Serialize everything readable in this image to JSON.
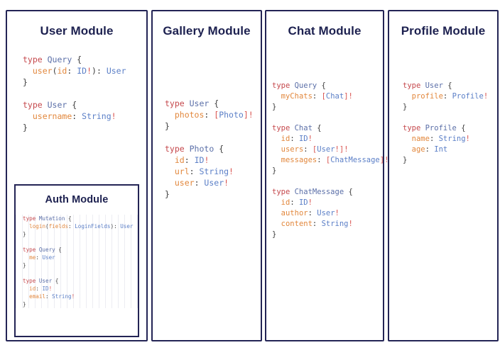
{
  "panels": [
    {
      "id": "user",
      "title": "User Module",
      "blocks": [
        {
          "lines": [
            [
              {
                "t": "type ",
                "c": "kw"
              },
              {
                "t": "Query",
                "c": "type"
              },
              {
                "t": " {",
                "c": "punc"
              }
            ],
            [
              {
                "t": "  ",
                "c": "punc"
              },
              {
                "t": "user",
                "c": "field"
              },
              {
                "t": "(",
                "c": "punc"
              },
              {
                "t": "id",
                "c": "field"
              },
              {
                "t": ": ",
                "c": "punc"
              },
              {
                "t": "ID",
                "c": "val"
              },
              {
                "t": "!",
                "c": "bang"
              },
              {
                "t": ")",
                "c": "punc"
              },
              {
                "t": ": ",
                "c": "punc"
              },
              {
                "t": "User",
                "c": "val"
              }
            ],
            [
              {
                "t": "}",
                "c": "punc"
              }
            ]
          ]
        },
        {
          "lines": [
            [
              {
                "t": "type ",
                "c": "kw"
              },
              {
                "t": "User",
                "c": "type"
              },
              {
                "t": " {",
                "c": "punc"
              }
            ],
            [
              {
                "t": "  ",
                "c": "punc"
              },
              {
                "t": "username",
                "c": "field"
              },
              {
                "t": ": ",
                "c": "punc"
              },
              {
                "t": "String",
                "c": "val"
              },
              {
                "t": "!",
                "c": "bang"
              }
            ],
            [
              {
                "t": "}",
                "c": "punc"
              }
            ]
          ]
        }
      ],
      "nested": {
        "id": "auth",
        "title": "Auth Module",
        "blocks": [
          {
            "lines": [
              [
                {
                  "t": "type ",
                  "c": "kw"
                },
                {
                  "t": "Mutation",
                  "c": "type"
                },
                {
                  "t": " {",
                  "c": "punc"
                }
              ],
              [
                {
                  "t": "  ",
                  "c": "punc"
                },
                {
                  "t": "login",
                  "c": "field"
                },
                {
                  "t": "(",
                  "c": "punc"
                },
                {
                  "t": "fields",
                  "c": "field"
                },
                {
                  "t": ": ",
                  "c": "punc"
                },
                {
                  "t": "LoginFields",
                  "c": "val"
                },
                {
                  "t": ")",
                  "c": "punc"
                },
                {
                  "t": ": ",
                  "c": "punc"
                },
                {
                  "t": "User",
                  "c": "val"
                }
              ],
              [
                {
                  "t": "}",
                  "c": "punc"
                }
              ]
            ]
          },
          {
            "lines": [
              [
                {
                  "t": "type ",
                  "c": "kw"
                },
                {
                  "t": "Query",
                  "c": "type"
                },
                {
                  "t": " {",
                  "c": "punc"
                }
              ],
              [
                {
                  "t": "  ",
                  "c": "punc"
                },
                {
                  "t": "me",
                  "c": "field"
                },
                {
                  "t": ": ",
                  "c": "punc"
                },
                {
                  "t": "User",
                  "c": "val"
                }
              ],
              [
                {
                  "t": "}",
                  "c": "punc"
                }
              ]
            ]
          },
          {
            "lines": [
              [
                {
                  "t": "type ",
                  "c": "kw"
                },
                {
                  "t": "User",
                  "c": "type"
                },
                {
                  "t": " {",
                  "c": "punc"
                }
              ],
              [
                {
                  "t": "  ",
                  "c": "punc"
                },
                {
                  "t": "id",
                  "c": "field"
                },
                {
                  "t": ": ",
                  "c": "punc"
                },
                {
                  "t": "ID",
                  "c": "val"
                },
                {
                  "t": "!",
                  "c": "bang"
                }
              ],
              [
                {
                  "t": "  ",
                  "c": "punc"
                },
                {
                  "t": "email",
                  "c": "field"
                },
                {
                  "t": ": ",
                  "c": "punc"
                },
                {
                  "t": "String",
                  "c": "val"
                },
                {
                  "t": "!",
                  "c": "bang"
                }
              ],
              [
                {
                  "t": "}",
                  "c": "punc"
                }
              ]
            ]
          }
        ]
      }
    },
    {
      "id": "gallery",
      "title": "Gallery Module",
      "blocks": [
        {
          "lines": [
            [
              {
                "t": "type ",
                "c": "kw"
              },
              {
                "t": "User",
                "c": "type"
              },
              {
                "t": " {",
                "c": "punc"
              }
            ],
            [
              {
                "t": "  ",
                "c": "punc"
              },
              {
                "t": "photos",
                "c": "field"
              },
              {
                "t": ": ",
                "c": "punc"
              },
              {
                "t": "[",
                "c": "bang"
              },
              {
                "t": "Photo",
                "c": "val"
              },
              {
                "t": "]",
                "c": "bang"
              },
              {
                "t": "!",
                "c": "bang"
              }
            ],
            [
              {
                "t": "}",
                "c": "punc"
              }
            ]
          ]
        },
        {
          "lines": [
            [
              {
                "t": "type ",
                "c": "kw"
              },
              {
                "t": "Photo",
                "c": "type"
              },
              {
                "t": " {",
                "c": "punc"
              }
            ],
            [
              {
                "t": "  ",
                "c": "punc"
              },
              {
                "t": "id",
                "c": "field"
              },
              {
                "t": ": ",
                "c": "punc"
              },
              {
                "t": "ID",
                "c": "val"
              },
              {
                "t": "!",
                "c": "bang"
              }
            ],
            [
              {
                "t": "  ",
                "c": "punc"
              },
              {
                "t": "url",
                "c": "field"
              },
              {
                "t": ": ",
                "c": "punc"
              },
              {
                "t": "String",
                "c": "val"
              },
              {
                "t": "!",
                "c": "bang"
              }
            ],
            [
              {
                "t": "  ",
                "c": "punc"
              },
              {
                "t": "user",
                "c": "field"
              },
              {
                "t": ": ",
                "c": "punc"
              },
              {
                "t": "User",
                "c": "val"
              },
              {
                "t": "!",
                "c": "bang"
              }
            ],
            [
              {
                "t": "}",
                "c": "punc"
              }
            ]
          ]
        }
      ]
    },
    {
      "id": "chat",
      "title": "Chat Module",
      "blocks": [
        {
          "lines": [
            [
              {
                "t": "type ",
                "c": "kw"
              },
              {
                "t": "Query",
                "c": "type"
              },
              {
                "t": " {",
                "c": "punc"
              }
            ],
            [
              {
                "t": "  ",
                "c": "punc"
              },
              {
                "t": "myChats",
                "c": "field"
              },
              {
                "t": ": ",
                "c": "punc"
              },
              {
                "t": "[",
                "c": "bang"
              },
              {
                "t": "Chat",
                "c": "val"
              },
              {
                "t": "]",
                "c": "bang"
              },
              {
                "t": "!",
                "c": "bang"
              }
            ],
            [
              {
                "t": "}",
                "c": "punc"
              }
            ]
          ]
        },
        {
          "lines": [
            [
              {
                "t": "type ",
                "c": "kw"
              },
              {
                "t": "Chat",
                "c": "type"
              },
              {
                "t": " {",
                "c": "punc"
              }
            ],
            [
              {
                "t": "  ",
                "c": "punc"
              },
              {
                "t": "id",
                "c": "field"
              },
              {
                "t": ": ",
                "c": "punc"
              },
              {
                "t": "ID",
                "c": "val"
              },
              {
                "t": "!",
                "c": "bang"
              }
            ],
            [
              {
                "t": "  ",
                "c": "punc"
              },
              {
                "t": "users",
                "c": "field"
              },
              {
                "t": ": ",
                "c": "punc"
              },
              {
                "t": "[",
                "c": "bang"
              },
              {
                "t": "User",
                "c": "val"
              },
              {
                "t": "!",
                "c": "bang"
              },
              {
                "t": "]",
                "c": "bang"
              },
              {
                "t": "!",
                "c": "bang"
              }
            ],
            [
              {
                "t": "  ",
                "c": "punc"
              },
              {
                "t": "messages",
                "c": "field"
              },
              {
                "t": ": ",
                "c": "punc"
              },
              {
                "t": "[",
                "c": "bang"
              },
              {
                "t": "ChatMessage",
                "c": "val"
              },
              {
                "t": "]",
                "c": "bang"
              },
              {
                "t": "!",
                "c": "bang"
              }
            ],
            [
              {
                "t": "}",
                "c": "punc"
              }
            ]
          ]
        },
        {
          "lines": [
            [
              {
                "t": "type ",
                "c": "kw"
              },
              {
                "t": "ChatMessage",
                "c": "type"
              },
              {
                "t": " {",
                "c": "punc"
              }
            ],
            [
              {
                "t": "  ",
                "c": "punc"
              },
              {
                "t": "id",
                "c": "field"
              },
              {
                "t": ": ",
                "c": "punc"
              },
              {
                "t": "ID",
                "c": "val"
              },
              {
                "t": "!",
                "c": "bang"
              }
            ],
            [
              {
                "t": "  ",
                "c": "punc"
              },
              {
                "t": "author",
                "c": "field"
              },
              {
                "t": ": ",
                "c": "punc"
              },
              {
                "t": "User",
                "c": "val"
              },
              {
                "t": "!",
                "c": "bang"
              }
            ],
            [
              {
                "t": "  ",
                "c": "punc"
              },
              {
                "t": "content",
                "c": "field"
              },
              {
                "t": ": ",
                "c": "punc"
              },
              {
                "t": "String",
                "c": "val"
              },
              {
                "t": "!",
                "c": "bang"
              }
            ],
            [
              {
                "t": "}",
                "c": "punc"
              }
            ]
          ]
        }
      ]
    },
    {
      "id": "profile",
      "title": "Profile Module",
      "blocks": [
        {
          "lines": [
            [
              {
                "t": "type ",
                "c": "kw"
              },
              {
                "t": "User",
                "c": "type"
              },
              {
                "t": " {",
                "c": "punc"
              }
            ],
            [
              {
                "t": "  ",
                "c": "punc"
              },
              {
                "t": "profile",
                "c": "field"
              },
              {
                "t": ": ",
                "c": "punc"
              },
              {
                "t": "Profile",
                "c": "val"
              },
              {
                "t": "!",
                "c": "bang"
              }
            ],
            [
              {
                "t": "}",
                "c": "punc"
              }
            ]
          ]
        },
        {
          "lines": [
            [
              {
                "t": "type ",
                "c": "kw"
              },
              {
                "t": "Profile",
                "c": "type"
              },
              {
                "t": " {",
                "c": "punc"
              }
            ],
            [
              {
                "t": "  ",
                "c": "punc"
              },
              {
                "t": "name",
                "c": "field"
              },
              {
                "t": ": ",
                "c": "punc"
              },
              {
                "t": "String",
                "c": "val"
              },
              {
                "t": "!",
                "c": "bang"
              }
            ],
            [
              {
                "t": "  ",
                "c": "punc"
              },
              {
                "t": "age",
                "c": "field"
              },
              {
                "t": ": ",
                "c": "punc"
              },
              {
                "t": "Int",
                "c": "val"
              }
            ],
            [
              {
                "t": "}",
                "c": "punc"
              }
            ]
          ]
        }
      ]
    }
  ],
  "colors": {
    "border": "#232455",
    "title": "#1d2150",
    "keyword": "#c5484c",
    "typename": "#5b6fa8",
    "field": "#e2873c",
    "valuetype": "#5b7fc7",
    "bang": "#d9534f",
    "punctuation": "#3d3d3d",
    "background": "#ffffff"
  }
}
